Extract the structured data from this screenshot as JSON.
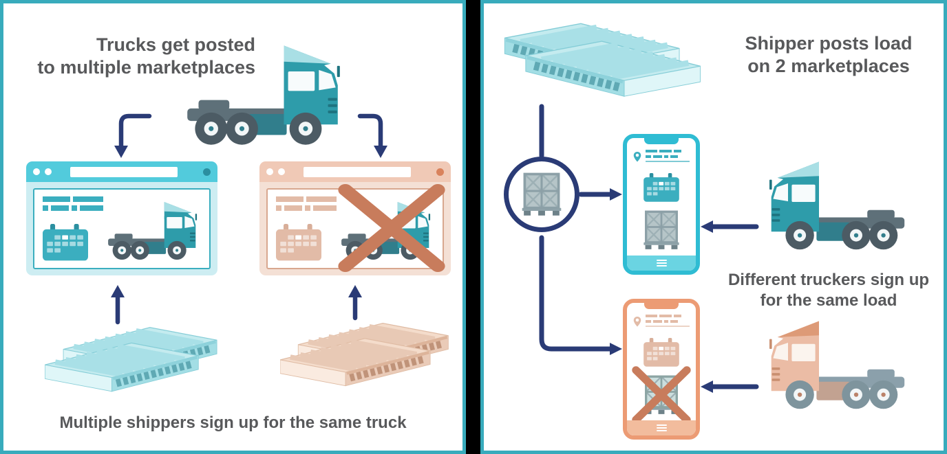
{
  "left_panel": {
    "title": "Trucks get posted\nto multiple marketplaces",
    "caption": "Multiple shippers sign up for the same truck"
  },
  "right_panel": {
    "title": "Shipper posts load\non 2 marketplaces",
    "caption": "Different truckers sign up\nfor the same load"
  },
  "icons": {
    "truck": "semi-truck-cab",
    "warehouse": "stacked-shipping-crates",
    "crate": "crate-on-pallet",
    "calendar": "calendar-grid",
    "pin": "location-pin",
    "x_mark": "rejected-x-mark",
    "menu": "hamburger-menu",
    "browser_dots": "window-control-dots",
    "arrow": "navy-flow-arrow"
  },
  "palette": {
    "panel_border": "#38ABBC",
    "navy": "#2A3B76",
    "text_gray": "#58595B",
    "teal_header": "#52CBDC",
    "teal_body": "#CDEDF2",
    "teal_mid": "#3BAEBF",
    "teal_deep": "#2B8FA0",
    "teal_cab": "#2E9CAA",
    "teal_roof_light": "#A9DFE5",
    "chassis_gray": "#5E7079",
    "wheel_gray": "#4C5B64",
    "tank_teal": "#317E8C",
    "trim_teal": "#1F7480",
    "peach_header": "#F0C9B6",
    "peach_body": "#F4E0D5",
    "peach_mid": "#E2BBA7",
    "peach_border": "#D8A78F",
    "peach_cal_tab": "#D8AE99",
    "orange_dot": "#D9825C",
    "x_color": "#C87C5C",
    "teal_phone": "#2FBCD3",
    "teal_phone_light": "#6AD4E2",
    "orange_phone": "#EC9B74",
    "orange_phone_light": "#F2BC9D",
    "orange_cab": "#EBBCA5",
    "orange_roof": "#DD9A77",
    "orange_chassis": "#8BA0AB",
    "orange_wheel": "#7E949D",
    "orange_trim": "#C98F70",
    "orange_tank": "#C2A291",
    "orange_dot_hub": "#BB8269",
    "crate_fill": "#B6C5C8",
    "crate_frame": "#8CA0A7",
    "crate_diag": "#9DB0B5",
    "crate_fill2": "#CBDEDD",
    "crate_frame2": "#8CA5A4",
    "pallet_top": "#8FA3AA",
    "pallet_block": "#6E8289",
    "wh_teal_top": "#C4EBEF",
    "wh_teal_stripe": "#A9E0E7",
    "wh_teal_side": "#DFF6F8",
    "wh_teal_front": "#A3DEE5",
    "wh_teal_dock": "#5FA9B4",
    "wh_teal_strip": "#8ED2DB",
    "wh_teal_edge": "#85CDD7",
    "wh_peach_top": "#F4DCCB",
    "wh_peach_stripe": "#E8C9B5",
    "wh_peach_side": "#FAEBE0",
    "wh_peach_front": "#EACBB8",
    "wh_peach_dock": "#C09379",
    "wh_peach_strip": "#DDB49A",
    "wh_peach_edge": "#DFBBA3"
  }
}
